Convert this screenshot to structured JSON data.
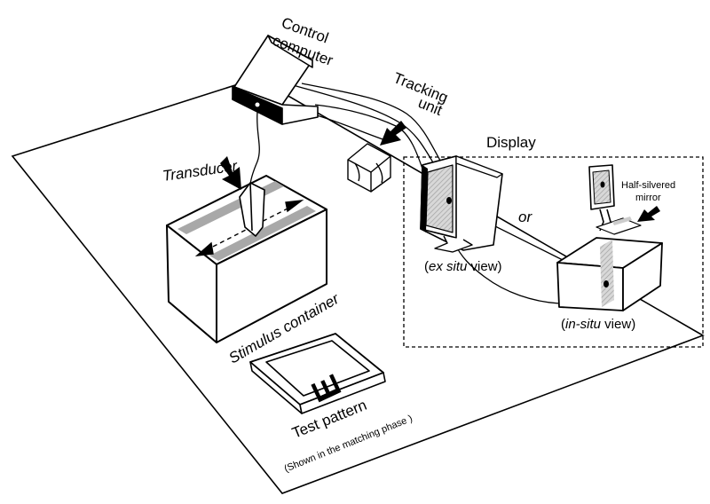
{
  "labels": {
    "control_computer_line1": "Control",
    "control_computer_line2": "computer",
    "tracking_unit_line1": "Tracking",
    "tracking_unit_line2": "unit",
    "display": "Display",
    "transducer": "Transducer",
    "half_silvered_line1": "Half-silvered",
    "half_silvered_line2": "mirror",
    "or": "or",
    "ex_situ_open": "(",
    "ex_situ_italic": "ex situ",
    "ex_situ_close": " view)",
    "in_situ_open": "(",
    "in_situ_italic": "in-situ",
    "in_situ_close": " view)",
    "stimulus_container": "Stimulus container",
    "test_pattern": "Test pattern",
    "test_pattern_note": "(Shown in the matching phase )",
    "test_pattern_glyph": "E"
  },
  "colors": {
    "line": "#000000",
    "stripe": "#a8a8a8",
    "screen_hatch": "#b8b8b8",
    "background": "#ffffff"
  },
  "icons": {
    "arrow": "filled-arrow-pointer",
    "pattern": "rotated-letter-E"
  }
}
